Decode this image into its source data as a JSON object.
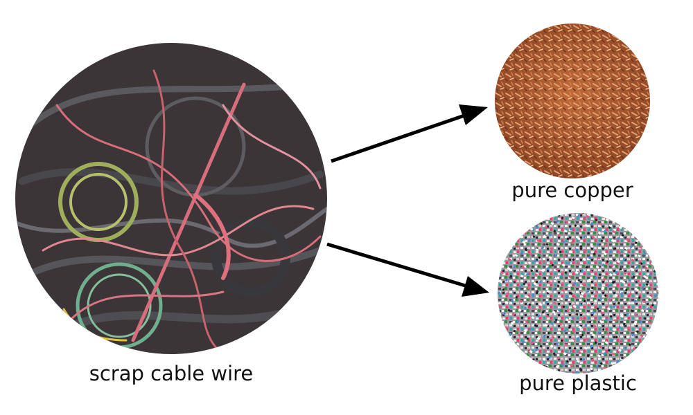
{
  "labels": {
    "source": "scrap cable wire",
    "copper": "pure copper",
    "plastic": "pure plastic"
  },
  "colors": {
    "arrow": "#000000",
    "text": "#111111",
    "copper": "#a8552c",
    "wire_dark": "#2e2c2e",
    "wire_pink": "#d86e7c"
  }
}
